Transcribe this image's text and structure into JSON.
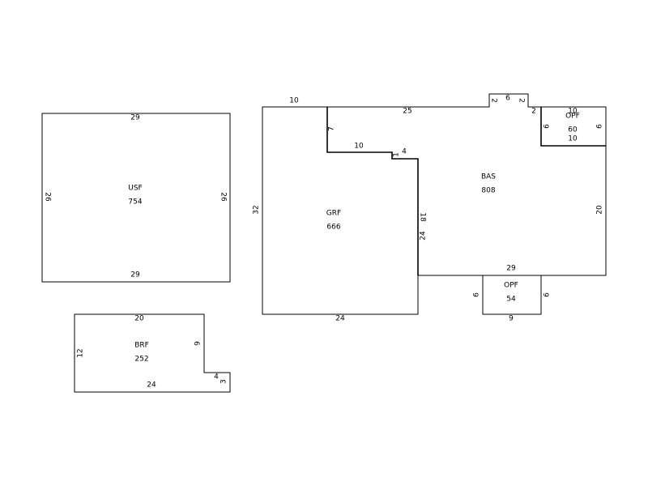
{
  "areas": {
    "usf": {
      "code": "USF",
      "area": "754"
    },
    "grf": {
      "code": "GRF",
      "area": "666"
    },
    "bas": {
      "code": "BAS",
      "area": "808"
    },
    "opf_top": {
      "code": "OPF",
      "area": "60"
    },
    "opf_bottom": {
      "code": "OPF",
      "area": "54"
    },
    "brf": {
      "code": "BRF",
      "area": "252"
    }
  },
  "dimensions": {
    "usf_top": "29",
    "usf_bottom": "29",
    "usf_left": "26",
    "usf_right": "26",
    "grf_top": "10",
    "grf_left": "32",
    "grf_bottom": "24",
    "grf_inner_vertical": "7",
    "grf_inner_horizontal": "10",
    "grf_step_small": "1",
    "grf_step_four": "4",
    "grf_inner_right": "24",
    "bas_top": "25",
    "bas_notch_left": "2",
    "bas_notch_top": "6",
    "bas_notch_right": "2",
    "bas_step_right": "2",
    "bas_right": "20",
    "bas_left": "18",
    "bas_bottom": "29",
    "opf_top_top": "10",
    "opf_top_bottom": "10",
    "opf_top_left": "6",
    "opf_top_right": "6",
    "opf_bottom_left": "6",
    "opf_bottom_right": "6",
    "opf_bottom_bottom": "9",
    "brf_top": "20",
    "brf_left": "12",
    "brf_inner": "9",
    "brf_step": "4",
    "brf_step_small": "3",
    "brf_bottom": "24"
  }
}
